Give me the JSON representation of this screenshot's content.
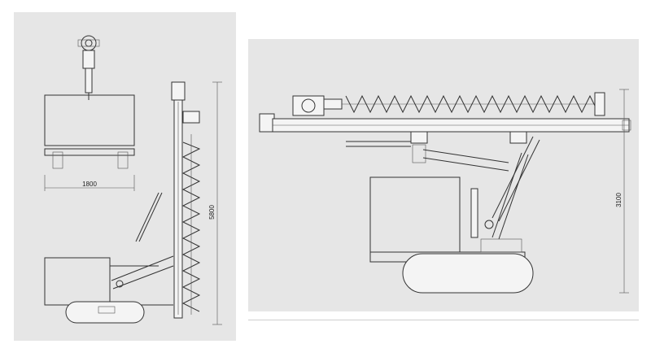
{
  "views": {
    "vertical": {
      "front_width_dim": "1800",
      "height_dim": "5800"
    },
    "transport": {
      "height_dim": "3100"
    }
  },
  "colors": {
    "panel_bg": "#e6e6e6",
    "line": "#333333"
  }
}
